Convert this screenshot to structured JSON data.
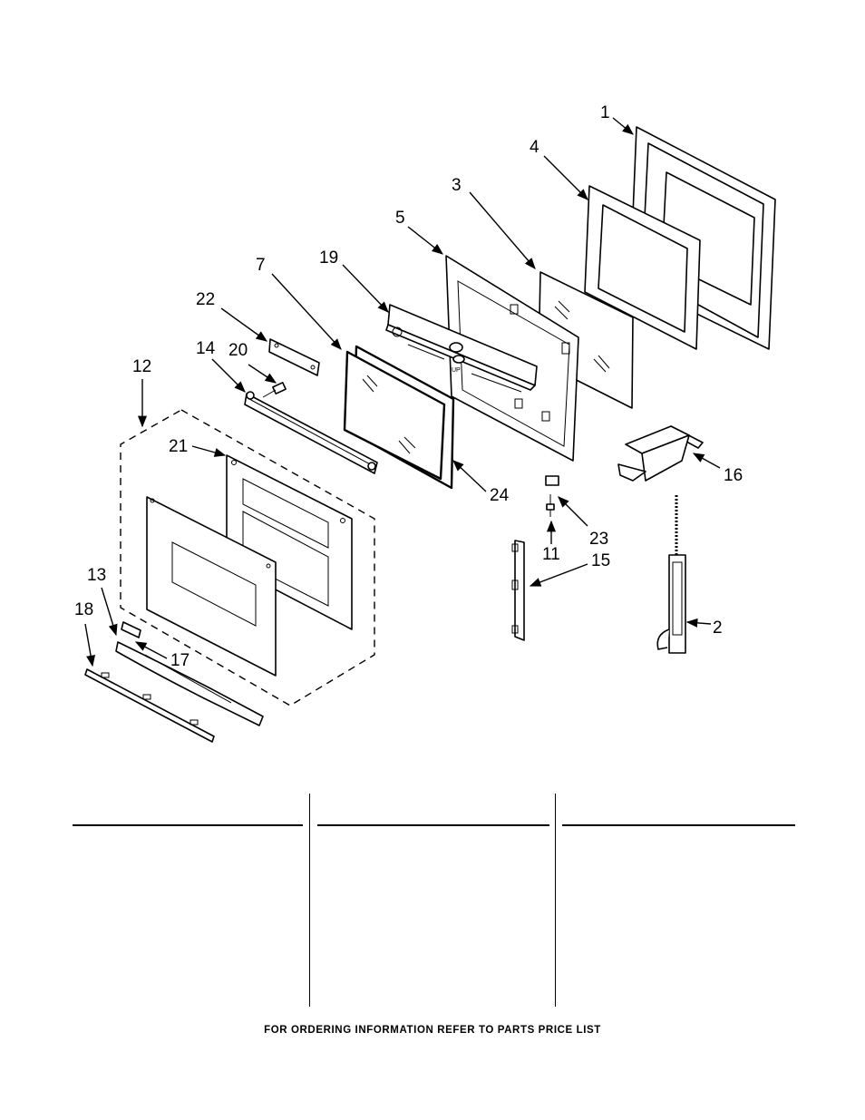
{
  "callouts": [
    {
      "id": "c1",
      "label": "1"
    },
    {
      "id": "c2",
      "label": "2"
    },
    {
      "id": "c3",
      "label": "3"
    },
    {
      "id": "c4",
      "label": "4"
    },
    {
      "id": "c5",
      "label": "5"
    },
    {
      "id": "c7",
      "label": "7"
    },
    {
      "id": "c11",
      "label": "11"
    },
    {
      "id": "c12",
      "label": "12"
    },
    {
      "id": "c13",
      "label": "13"
    },
    {
      "id": "c14",
      "label": "14"
    },
    {
      "id": "c15",
      "label": "15"
    },
    {
      "id": "c16",
      "label": "16"
    },
    {
      "id": "c17",
      "label": "17"
    },
    {
      "id": "c18",
      "label": "18"
    },
    {
      "id": "c19",
      "label": "19"
    },
    {
      "id": "c20",
      "label": "20"
    },
    {
      "id": "c21",
      "label": "21"
    },
    {
      "id": "c22",
      "label": "22"
    },
    {
      "id": "c23",
      "label": "23"
    },
    {
      "id": "c24",
      "label": "24"
    }
  ],
  "door_marking": "UP",
  "footer": "FOR ORDERING INFORMATION REFER TO PARTS PRICE LIST"
}
